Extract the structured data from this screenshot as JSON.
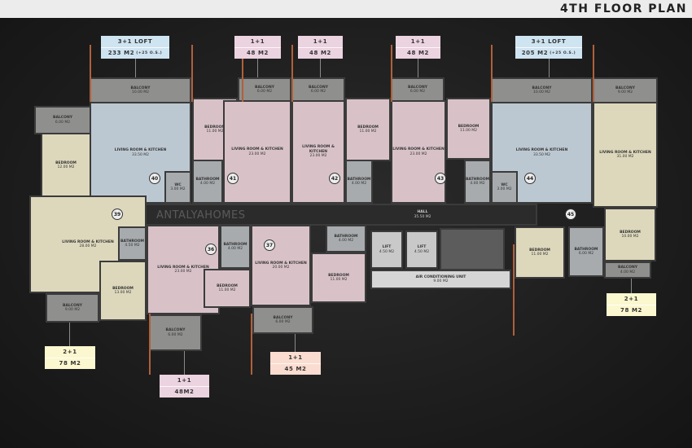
{
  "title": "4TH FLOOR PLAN",
  "watermark": "ANTALYAHOMES",
  "unit_tags": [
    {
      "type": "3+1 LOFT",
      "area": "233 M2",
      "note": "(+25 O.S.)",
      "color": "#cfe4f1"
    },
    {
      "type": "1+1",
      "area": "48 M2",
      "note": "",
      "color": "#ecd3e0"
    },
    {
      "type": "1+1",
      "area": "48 M2",
      "note": "",
      "color": "#ecd3e0"
    },
    {
      "type": "1+1",
      "area": "48 M2",
      "note": "",
      "color": "#ecd3e0"
    },
    {
      "type": "3+1 LOFT",
      "area": "205 M2",
      "note": "(+25 O.S.)",
      "color": "#cfe4f1"
    },
    {
      "type": "2+1",
      "area": "78 M2",
      "note": "",
      "color": "#fbf7cf"
    },
    {
      "type": "1+1",
      "area": "48M2",
      "note": "",
      "color": "#ecd3e0"
    },
    {
      "type": "1+1",
      "area": "45 M2",
      "note": "",
      "color": "#fbdcd0"
    },
    {
      "type": "2+1",
      "area": "78 M2",
      "note": "",
      "color": "#fbf7cf"
    }
  ],
  "apartment_numbers": [
    "36",
    "37",
    "39",
    "40",
    "41",
    "42",
    "43",
    "44",
    "45"
  ],
  "rooms": [
    {
      "id": "b40l",
      "name": "BALCONY",
      "area": "6.00 M2"
    },
    {
      "id": "bed40",
      "name": "BEDROOM",
      "area": "12.00 M2"
    },
    {
      "id": "b40",
      "name": "BALCONY",
      "area": "10.00 M2"
    },
    {
      "id": "liv40",
      "name": "LIVING ROOM & KITCHEN",
      "area": "33.50 M2"
    },
    {
      "id": "wc40",
      "name": "WC",
      "area": "3.00 M2"
    },
    {
      "id": "b41",
      "name": "BALCONY",
      "area": "6.00 M2"
    },
    {
      "id": "bed41",
      "name": "BEDROOM",
      "area": "11.00 M2"
    },
    {
      "id": "bath41",
      "name": "BATHROOM",
      "area": "4.00 M2"
    },
    {
      "id": "liv41",
      "name": "LIVING ROOM & KITCHEN",
      "area": "23.00 M2"
    },
    {
      "id": "b42",
      "name": "BALCONY",
      "area": "6.00 M2"
    },
    {
      "id": "liv42",
      "name": "LIVING ROOM & KITCHEN",
      "area": "23.00 M2"
    },
    {
      "id": "bed42",
      "name": "BEDROOM",
      "area": "11.00 M2"
    },
    {
      "id": "bath42",
      "name": "BATHROOM",
      "area": "4.00 M2"
    },
    {
      "id": "b43",
      "name": "BALCONY",
      "area": "6.00 M2"
    },
    {
      "id": "liv43",
      "name": "LIVING ROOM & KITCHEN",
      "area": "23.00 M2"
    },
    {
      "id": "bed43",
      "name": "BEDROOM",
      "area": "11.00 M2"
    },
    {
      "id": "bath43",
      "name": "BATHROOM",
      "area": "4.00 M2"
    },
    {
      "id": "b44",
      "name": "BALCONY",
      "area": "10.00 M2"
    },
    {
      "id": "liv44",
      "name": "LIVING ROOM & KITCHEN",
      "area": "33.50 M2"
    },
    {
      "id": "wc44",
      "name": "WC",
      "area": "3.00 M2"
    },
    {
      "id": "b45",
      "name": "BALCONY",
      "area": "9.00 M2"
    },
    {
      "id": "liv45",
      "name": "LIVING ROOM & KITCHEN",
      "area": "31.00 M2"
    },
    {
      "id": "hall",
      "name": "HALL",
      "area": "35.50 M2"
    },
    {
      "id": "liv39",
      "name": "LIVING ROOM & KITCHEN",
      "area": "28.00 M2"
    },
    {
      "id": "bath39",
      "name": "BATHROOM",
      "area": "4.50 M2"
    },
    {
      "id": "bed39",
      "name": "BEDROOM",
      "area": "13.00 M2"
    },
    {
      "id": "b39",
      "name": "BALCONY",
      "area": "9.00 M2"
    },
    {
      "id": "liv36",
      "name": "LIVING ROOM & KITCHEN",
      "area": "23.00 M2"
    },
    {
      "id": "bath36",
      "name": "BATHROOM",
      "area": "4.00 M2"
    },
    {
      "id": "bed36",
      "name": "BEDROOM",
      "area": "11.00 M2"
    },
    {
      "id": "b36",
      "name": "BALCONY",
      "area": "6.00 M2"
    },
    {
      "id": "liv37",
      "name": "LIVING ROOM & KITCHEN",
      "area": "20.00 M2"
    },
    {
      "id": "bath37",
      "name": "BATHROOM",
      "area": "4.00 M2"
    },
    {
      "id": "bed37",
      "name": "BEDROOM",
      "area": "11.00 M2"
    },
    {
      "id": "b37",
      "name": "BALCONY",
      "area": "6.00 M2"
    },
    {
      "id": "lift1",
      "name": "LIFT",
      "area": "4.50 M2"
    },
    {
      "id": "lift2",
      "name": "LIFT",
      "area": "4.50 M2"
    },
    {
      "id": "stair",
      "name": "",
      "area": ""
    },
    {
      "id": "ac",
      "name": "AIR CONDITIONING UNIT",
      "area": "9.00 M2"
    },
    {
      "id": "bed45a",
      "name": "BEDROOM",
      "area": "11.00 M2"
    },
    {
      "id": "bath45",
      "name": "BATHROOM",
      "area": "6.00 M2"
    },
    {
      "id": "bed45b",
      "name": "BEDROOM",
      "area": "10.00 M2"
    },
    {
      "id": "b45b",
      "name": "BALCONY",
      "area": "4.00 M2"
    }
  ]
}
